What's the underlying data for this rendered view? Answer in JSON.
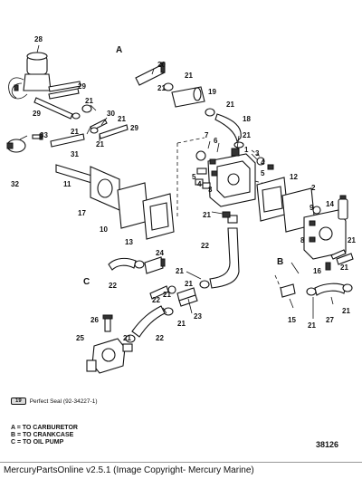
{
  "callouts": {
    "p2": "2",
    "p3": "3",
    "p4": "4",
    "p5": "5",
    "p6": "6",
    "p7": "7",
    "p8": "8",
    "p9": "9",
    "p10": "10",
    "p11": "11",
    "p12": "12",
    "p13": "13",
    "p14": "14",
    "p15": "15",
    "p16": "16",
    "p17": "17",
    "p18": "18",
    "p19": "19",
    "p20": "20",
    "p21": "21",
    "p22": "22",
    "p23": "23",
    "p24": "24",
    "p25": "25",
    "p26": "26",
    "p27": "27",
    "p28": "28",
    "p29": "29",
    "p30": "30",
    "p31": "31",
    "p32": "32",
    "p33": "33",
    "p1": "1"
  },
  "markers": {
    "a": "A",
    "b": "B",
    "c": "C"
  },
  "seal": {
    "icon": "19",
    "text": "Perfect Seal (92-34227-1)"
  },
  "legend": {
    "a": "A = TO CARBURETOR",
    "b": "B = TO CRANKCASE",
    "c": "C = TO OIL PUMP"
  },
  "figure_number": "38126",
  "footer": "MercuryPartsOnline v2.5.1 (Image Copyright- Mercury Marine)"
}
